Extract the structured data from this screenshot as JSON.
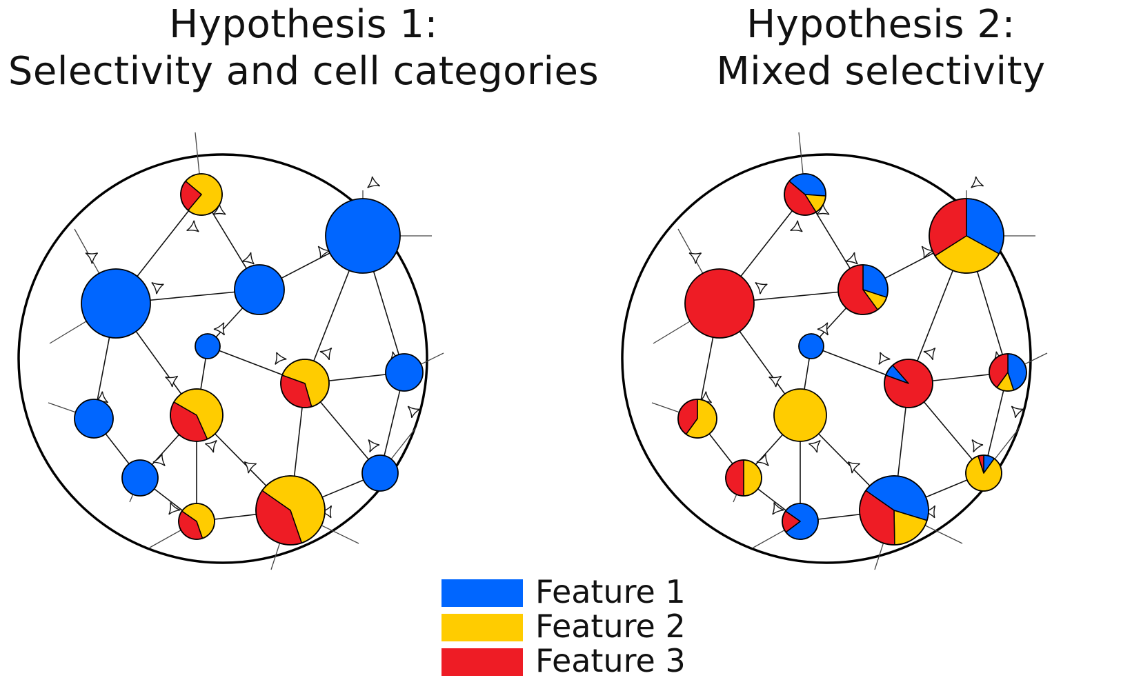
{
  "titles": {
    "hypothesis1": [
      "Hypothesis 1:",
      "Selectivity and cell categories"
    ],
    "hypothesis2": [
      "Hypothesis 2:",
      "Mixed selectivity"
    ]
  },
  "colors": {
    "feature1": "#0066ff",
    "feature2": "#ffcc00",
    "feature3": "#ee1c25"
  },
  "legend": [
    {
      "label": "Feature 1",
      "color": "#0066ff"
    },
    {
      "label": "Feature 2",
      "color": "#ffcc00"
    },
    {
      "label": "Feature 3",
      "color": "#ee1c25"
    }
  ],
  "network": {
    "hypothesis1_neurons": [
      {
        "feature_fractions": [
          0,
          0.75,
          0.25
        ]
      },
      {
        "feature_fractions": [
          1,
          0,
          0
        ]
      },
      {
        "feature_fractions": [
          1,
          0,
          0
        ]
      },
      {
        "feature_fractions": [
          1,
          0,
          0
        ]
      },
      {
        "feature_fractions": [
          1,
          0,
          0
        ]
      },
      {
        "feature_fractions": [
          0,
          0.65,
          0.35
        ]
      },
      {
        "feature_fractions": [
          1,
          0,
          0
        ]
      },
      {
        "feature_fractions": [
          0,
          0.6,
          0.4
        ]
      },
      {
        "feature_fractions": [
          1,
          0,
          0
        ]
      },
      {
        "feature_fractions": [
          1,
          0,
          0
        ]
      },
      {
        "feature_fractions": [
          1,
          0,
          0
        ]
      },
      {
        "feature_fractions": [
          0,
          0.6,
          0.4
        ]
      },
      {
        "feature_fractions": [
          0,
          0.6,
          0.4
        ]
      }
    ],
    "hypothesis2_neurons": [
      {
        "feature_fractions": [
          0.4,
          0.15,
          0.45
        ]
      },
      {
        "feature_fractions": [
          0,
          0,
          1
        ]
      },
      {
        "feature_fractions": [
          0.33,
          0.33,
          0.34
        ]
      },
      {
        "feature_fractions": [
          0.3,
          0.1,
          0.6
        ]
      },
      {
        "feature_fractions": [
          1,
          0,
          0
        ]
      },
      {
        "feature_fractions": [
          0.08,
          0,
          0.92
        ]
      },
      {
        "feature_fractions": [
          0.45,
          0.15,
          0.4
        ]
      },
      {
        "feature_fractions": [
          0,
          1,
          0
        ]
      },
      {
        "feature_fractions": [
          0,
          0.6,
          0.4
        ]
      },
      {
        "feature_fractions": [
          0.1,
          0.85,
          0.05
        ]
      },
      {
        "feature_fractions": [
          0,
          0.5,
          0.5
        ]
      },
      {
        "feature_fractions": [
          0.8,
          0,
          0.2
        ]
      },
      {
        "feature_fractions": [
          0.45,
          0.2,
          0.35
        ]
      }
    ]
  }
}
